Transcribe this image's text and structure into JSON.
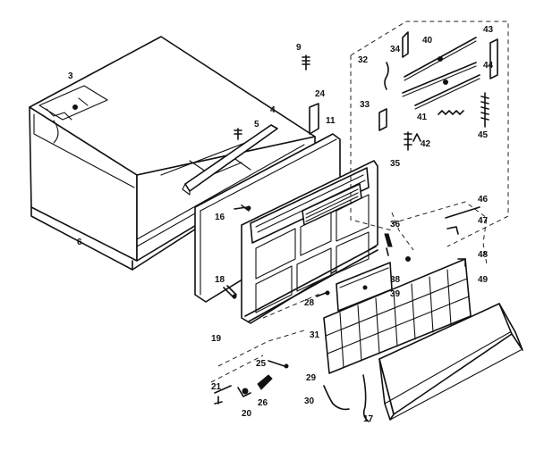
{
  "callouts": [
    {
      "id": "c3",
      "text": "3"
    },
    {
      "id": "c6",
      "text": "6"
    },
    {
      "id": "c5",
      "text": "5"
    },
    {
      "id": "c4",
      "text": "4"
    },
    {
      "id": "c9",
      "text": "9"
    },
    {
      "id": "c24",
      "text": "24"
    },
    {
      "id": "c11",
      "text": "11"
    },
    {
      "id": "c16",
      "text": "16"
    },
    {
      "id": "c18",
      "text": "18"
    },
    {
      "id": "c19",
      "text": "19"
    },
    {
      "id": "c28",
      "text": "28"
    },
    {
      "id": "c25",
      "text": "25"
    },
    {
      "id": "c21",
      "text": "21"
    },
    {
      "id": "c20",
      "text": "20"
    },
    {
      "id": "c26",
      "text": "26"
    },
    {
      "id": "c29",
      "text": "29"
    },
    {
      "id": "c30",
      "text": "30"
    },
    {
      "id": "c17",
      "text": "17"
    },
    {
      "id": "c31",
      "text": "31"
    },
    {
      "id": "c36",
      "text": "36"
    },
    {
      "id": "c38",
      "text": "38"
    },
    {
      "id": "c39",
      "text": "39"
    },
    {
      "id": "c48",
      "text": "48"
    },
    {
      "id": "c49",
      "text": "49"
    },
    {
      "id": "c46",
      "text": "46"
    },
    {
      "id": "c47",
      "text": "47"
    },
    {
      "id": "c32",
      "text": "32"
    },
    {
      "id": "c34",
      "text": "34"
    },
    {
      "id": "c40",
      "text": "40"
    },
    {
      "id": "c43",
      "text": "43"
    },
    {
      "id": "c44",
      "text": "44"
    },
    {
      "id": "c33",
      "text": "33"
    },
    {
      "id": "c41",
      "text": "41"
    },
    {
      "id": "c42",
      "text": "42"
    },
    {
      "id": "c35",
      "text": "35"
    },
    {
      "id": "c45",
      "text": "45"
    }
  ]
}
